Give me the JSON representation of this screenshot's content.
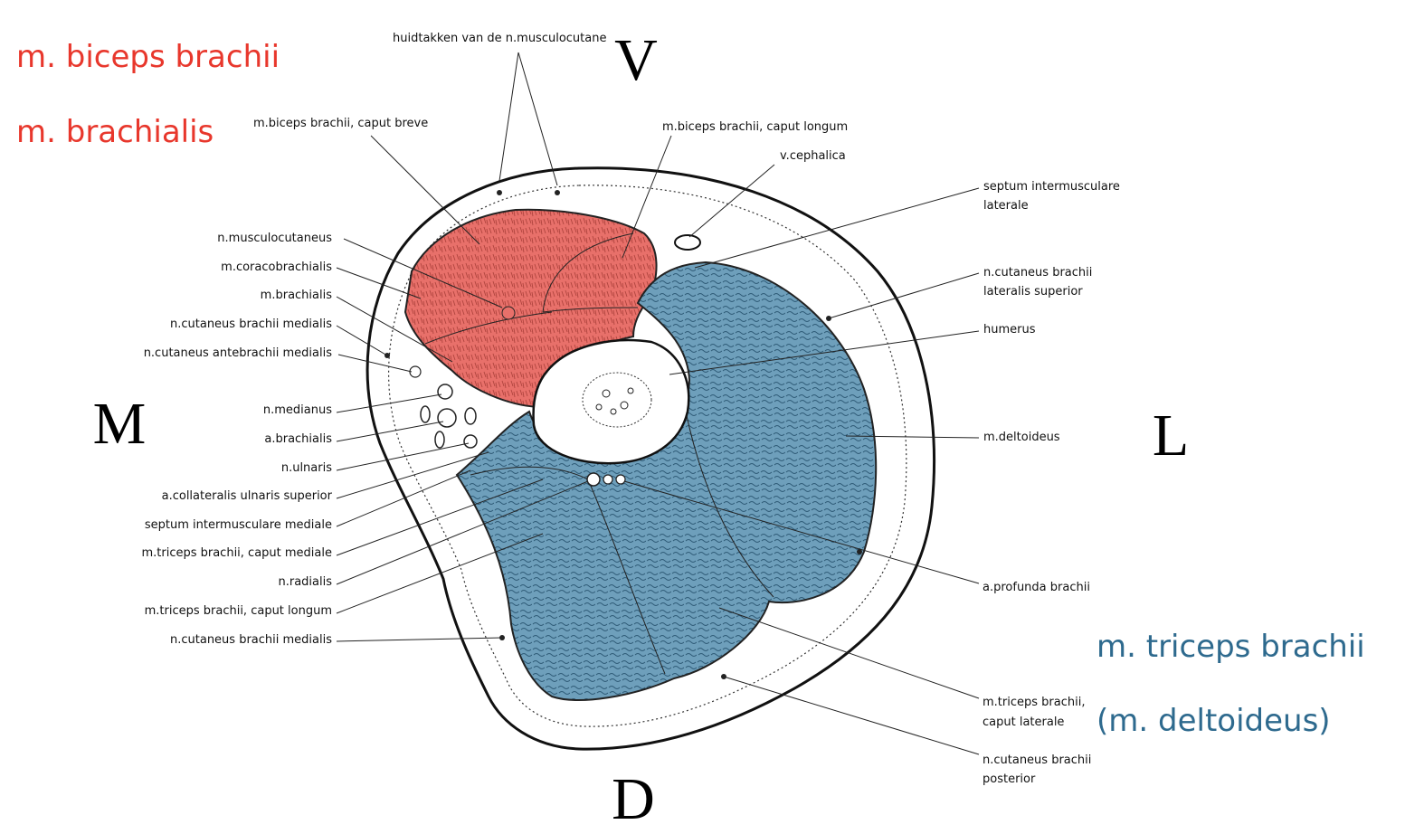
{
  "orientation": {
    "ventral": "V",
    "dorsal": "D",
    "medial": "M",
    "lateral": "L"
  },
  "groups": {
    "anterior": [
      "m. biceps brachii",
      "m. brachialis"
    ],
    "posterior": [
      "m. triceps brachii",
      "(m. deltoideus)"
    ]
  },
  "colors": {
    "anterior": "#e8372c",
    "anterior_fill": "#e8706a",
    "posterior": "#2e6a8e",
    "posterior_fill": "#6e9fbb"
  },
  "labels": {
    "top": "huidtakken van de n.musculocutane",
    "left": [
      "m.biceps brachii, caput breve",
      "n.musculocutaneus",
      "m.coracobrachialis",
      "m.brachialis",
      "n.cutaneus brachii medialis",
      "n.cutaneus antebrachii medialis",
      "n.medianus",
      "a.brachialis",
      "n.ulnaris",
      "a.collateralis ulnaris superior",
      "septum intermusculare mediale",
      "m.triceps brachii, caput mediale",
      "n.radialis",
      "m.triceps brachii, caput longum",
      "n.cutaneus brachii medialis"
    ],
    "right": [
      "m.biceps brachii, caput longum",
      "v.cephalica",
      "septum intermusculare",
      "laterale",
      "n.cutaneus brachii",
      "lateralis superior",
      "humerus",
      "m.deltoideus",
      "a.profunda brachii",
      "m.triceps brachii,",
      "caput laterale",
      "n.cutaneus brachii",
      "posterior"
    ]
  }
}
